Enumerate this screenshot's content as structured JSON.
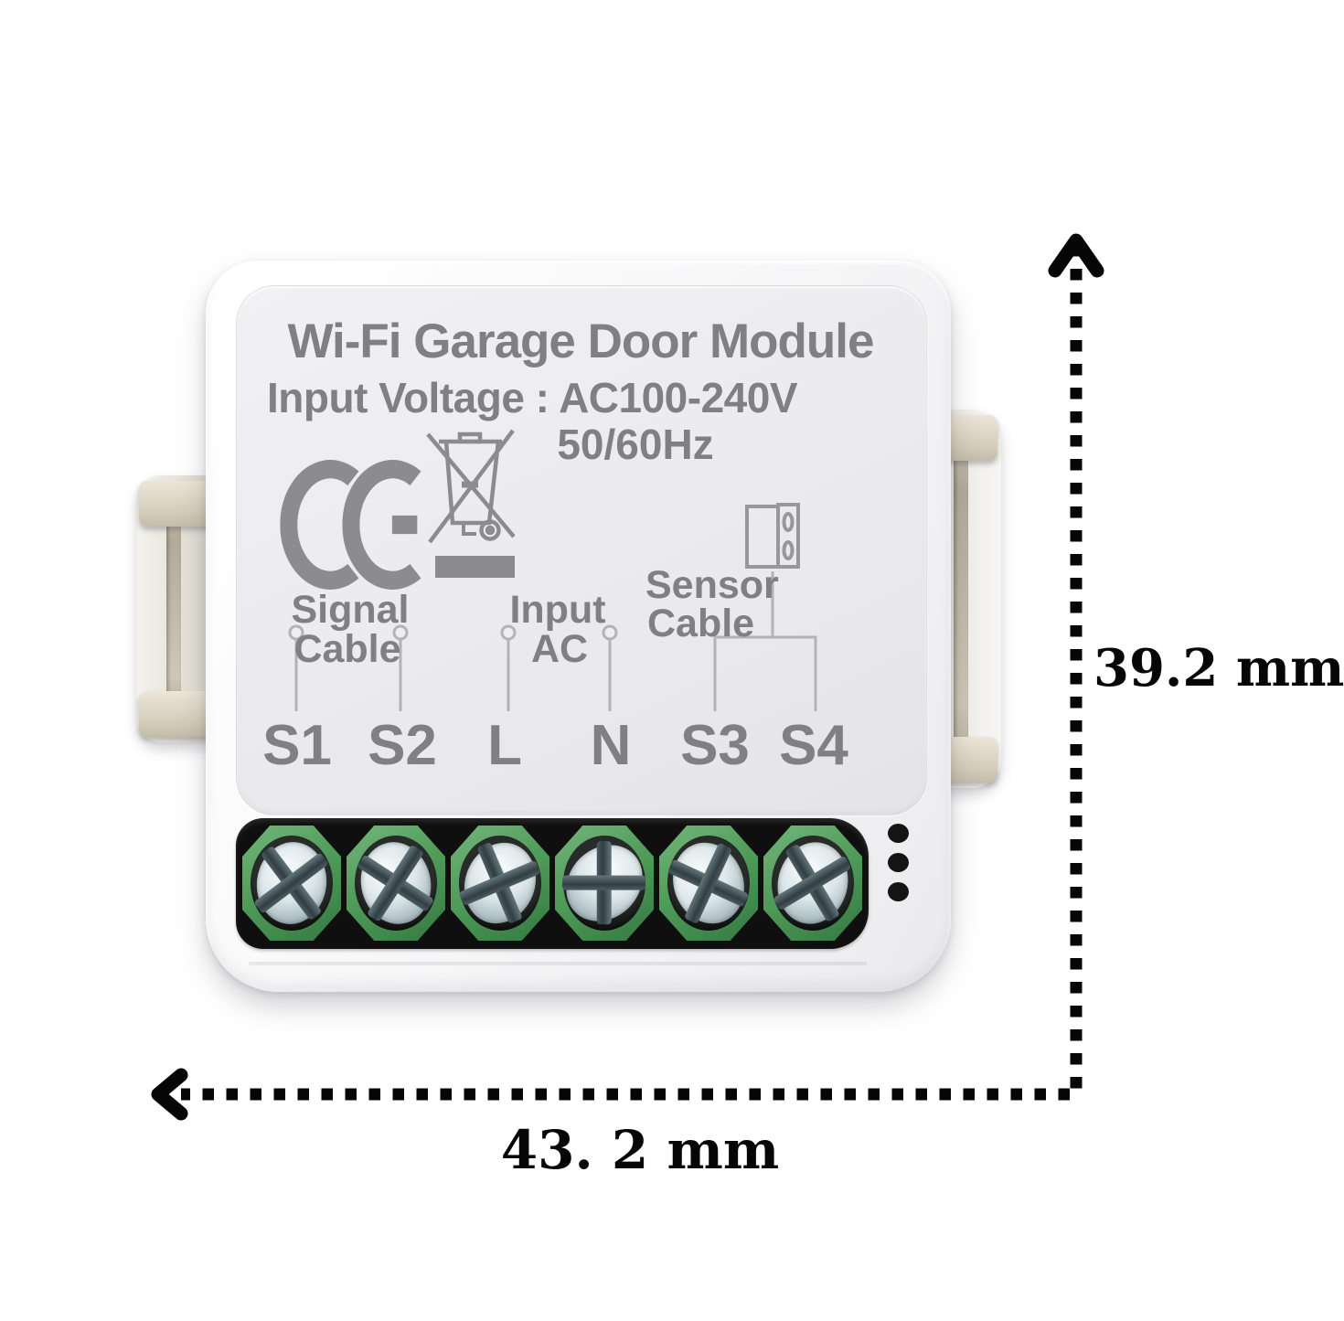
{
  "product_label": {
    "title": "Wi-Fi Garage Door Module",
    "voltage": "Input Voltage : AC100-240V",
    "frequency": "50/60Hz",
    "wiring_annotations": {
      "signal_cable": {
        "line1": "Signal",
        "line2": "Cable"
      },
      "input_ac": {
        "line1": "Input",
        "line2": "AC"
      },
      "sensor_cable": {
        "line1": "Sensor",
        "line2": "Cable"
      }
    },
    "terminals": [
      "S1",
      "S2",
      "L",
      "N",
      "S3",
      "S4"
    ],
    "icons": {
      "ce": "ce-mark-icon",
      "weee": "weee-crossed-bin-icon",
      "sensor": "door-sensor-icon"
    }
  },
  "dimension_annotations": {
    "height": "39.2 mm",
    "width": "43. 2 mm"
  },
  "colors": {
    "label_gray": "#7f7f84",
    "terminal_green": "#4e9a57",
    "terminal_block_black": "#0e0f0e",
    "device_white": "#f8f8f9",
    "mount_clip_beige": "#d8d3c7",
    "dimension_line_black": "#060606"
  }
}
